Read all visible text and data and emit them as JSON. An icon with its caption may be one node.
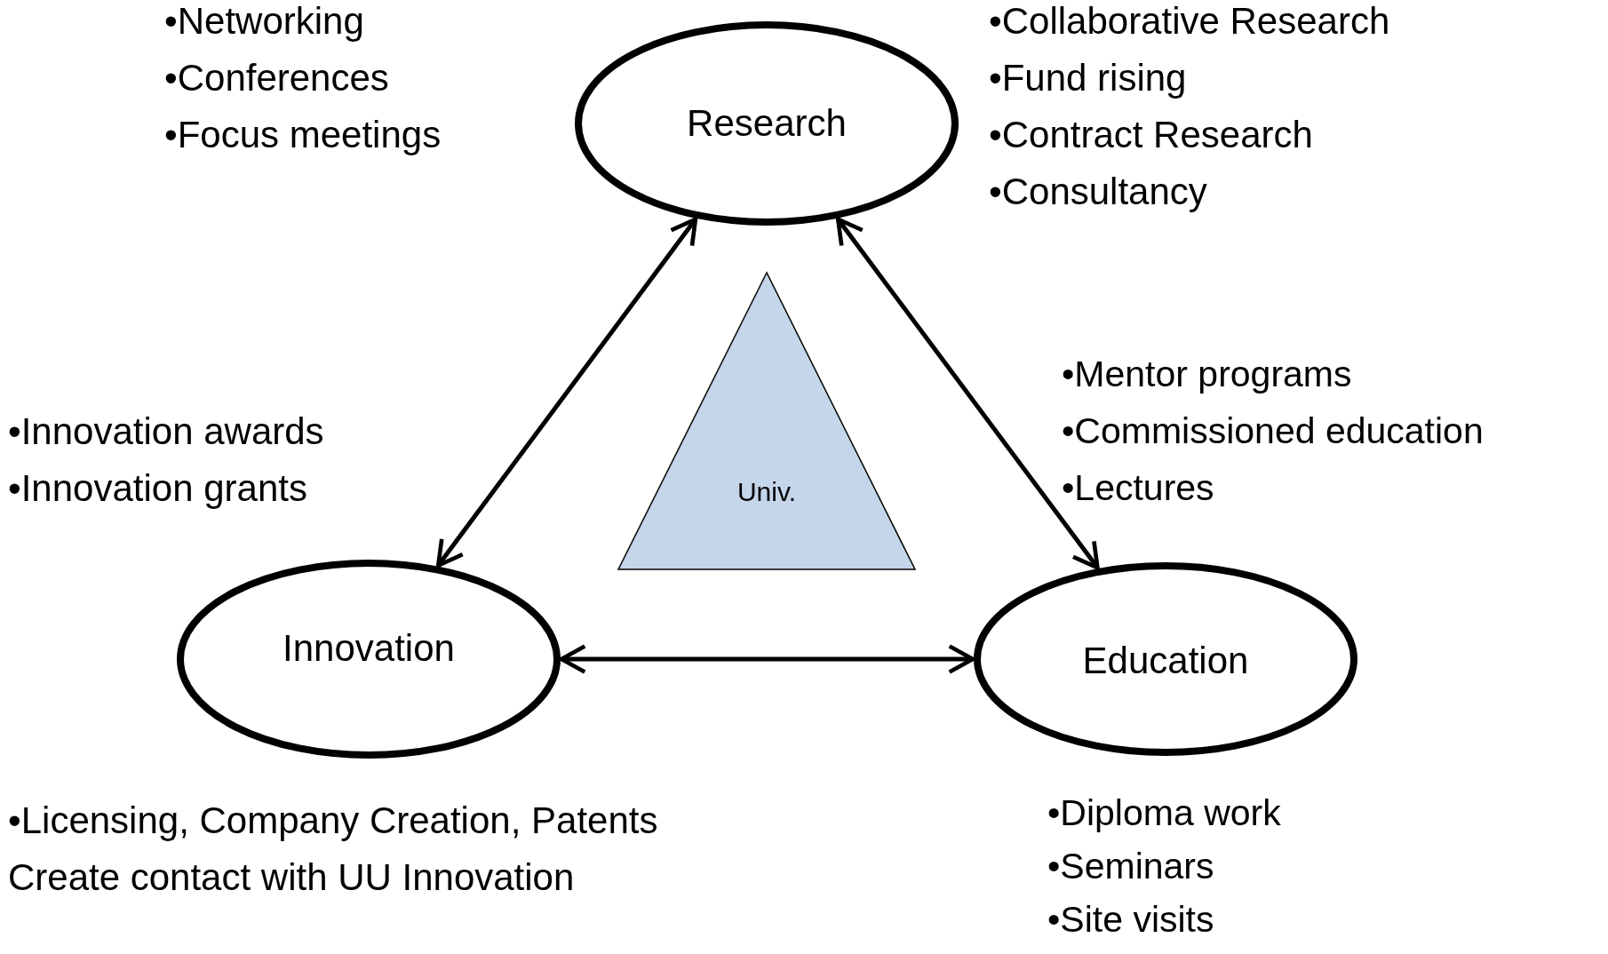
{
  "diagram": {
    "nodes": [
      {
        "text": [
          "Research"
        ]
      },
      {
        "text": [
          "Univ."
        ]
      },
      {
        "text": [
          "Innovation"
        ]
      },
      {
        "text": [
          "Education"
        ]
      }
    ],
    "edges": [
      {
        "from": 0,
        "to": 2,
        "arrow": "both"
      },
      {
        "from": 0,
        "to": 3,
        "arrow": "both"
      },
      {
        "from": 2,
        "to": 3,
        "arrow": "both"
      }
    ],
    "labels": [
      "•Networking",
      "•Conferences",
      "•Focus meetings",
      "•Collaborative Research",
      "•Fund rising",
      "•Contract Research",
      "•Consultancy",
      "•Innovation awards",
      "•Innovation grants",
      "•Mentor programs",
      "•Commissioned education",
      "•Lectures",
      "•Licensing, Company Creation, Patents",
      "Create contact with UU Innovation",
      "•Diploma work",
      "•Seminars",
      "•Site visits"
    ]
  }
}
